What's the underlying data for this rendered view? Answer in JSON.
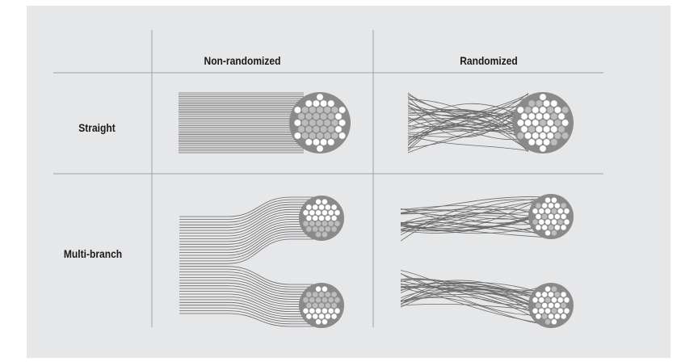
{
  "columns": [
    "Non-randomized",
    "Randomized"
  ],
  "rows": [
    "Straight",
    "Multi-branch"
  ],
  "colors": {
    "panel_background": "#e6e7e9",
    "grid_line": "#9aa3ad",
    "fiber_line": "#6a6a6a",
    "fiber_white": "#ffffff",
    "fiber_gray": "#bdbdbd",
    "bundle_outline": "#8a8a8a",
    "text": "#1a1a1a"
  }
}
